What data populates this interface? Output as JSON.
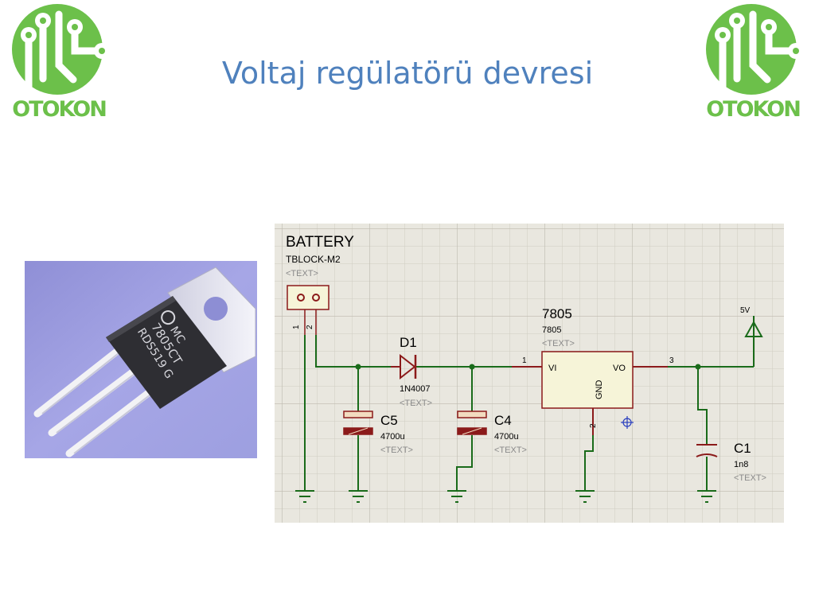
{
  "slide": {
    "title": "Voltaj regülatörü devresi"
  },
  "logo": {
    "text": "OTOKON",
    "color": "#6cc04a"
  },
  "photo": {
    "marking_line1": "MC",
    "marking_line2": "7805CT",
    "marking_line3": "RDS519 G"
  },
  "schematic": {
    "battery": {
      "name": "BATTERY",
      "type": "TBLOCK-M2",
      "text": "<TEXT>",
      "pin1": "1",
      "pin2": "2"
    },
    "d1": {
      "name": "D1",
      "value": "1N4007",
      "text": "<TEXT>"
    },
    "c5": {
      "name": "C5",
      "value": "4700u",
      "text": "<TEXT>"
    },
    "c4": {
      "name": "C4",
      "value": "4700u",
      "text": "<TEXT>"
    },
    "u1": {
      "name": "7805",
      "value": "7805",
      "text": "<TEXT>",
      "vi": "VI",
      "vo": "VO",
      "gnd": "GND",
      "pin1": "1",
      "pin2": "2",
      "pin3": "3"
    },
    "c1": {
      "name": "C1",
      "value": "1n8",
      "text": "<TEXT>"
    },
    "output": {
      "label": "5V"
    }
  },
  "colors": {
    "wire": "#1a6b1a",
    "component": "#8b1a1a",
    "title": "#4f81bd",
    "grid_bg": "#e9e7df",
    "grid_line": "#cfccc2"
  }
}
